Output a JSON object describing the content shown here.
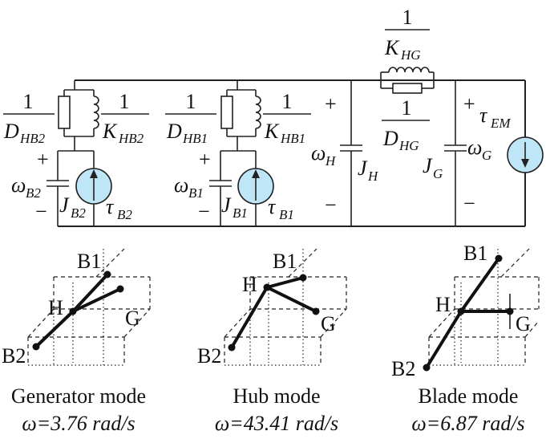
{
  "colors": {
    "source_fill": "#bfe6f7",
    "line": "#222222"
  },
  "circuit": {
    "k_hg": "1/K_HG",
    "k_hg_num": "1",
    "k_hg_den": "K",
    "k_hg_sub": "HG",
    "d_hg_num": "1",
    "d_hg_den": "D",
    "d_hg_sub": "HG",
    "d_hb2_num": "1",
    "d_hb2_den": "D",
    "d_hb2_sub": "HB2",
    "k_hb2_num": "1",
    "k_hb2_den": "K",
    "k_hb2_sub": "HB2",
    "d_hb1_num": "1",
    "d_hb1_den": "D",
    "d_hb1_sub": "HB1",
    "k_hb1_num": "1",
    "k_hb1_den": "K",
    "k_hb1_sub": "HB1",
    "omega_b2": "ω",
    "omega_b2_sub": "B2",
    "j_b2": "J",
    "j_b2_sub": "B2",
    "tau_b2": "τ",
    "tau_b2_sub": "B2",
    "omega_b1": "ω",
    "omega_b1_sub": "B1",
    "j_b1": "J",
    "j_b1_sub": "B1",
    "tau_b1": "τ",
    "tau_b1_sub": "B1",
    "omega_h": "ω",
    "omega_h_sub": "H",
    "j_h": "J",
    "j_h_sub": "H",
    "j_g": "J",
    "j_g_sub": "G",
    "omega_g": "ω",
    "omega_g_sub": "G",
    "tau_em": "τ",
    "tau_em_sub": "EM",
    "plus": "+",
    "minus": "−"
  },
  "modes": [
    {
      "name": "Generator mode",
      "omega": "ω=3.76 rad/s",
      "labels": {
        "b1": "B1",
        "h": "H",
        "g": "G",
        "b2": "B2"
      }
    },
    {
      "name": "Hub mode",
      "omega": "ω=43.41 rad/s",
      "labels": {
        "b1": "B1",
        "h": "H",
        "g": "G",
        "b2": "B2"
      }
    },
    {
      "name": "Blade mode",
      "omega": "ω=6.87 rad/s",
      "labels": {
        "b1": "B1",
        "h": "H",
        "g": "G",
        "b2": "B2"
      }
    }
  ]
}
